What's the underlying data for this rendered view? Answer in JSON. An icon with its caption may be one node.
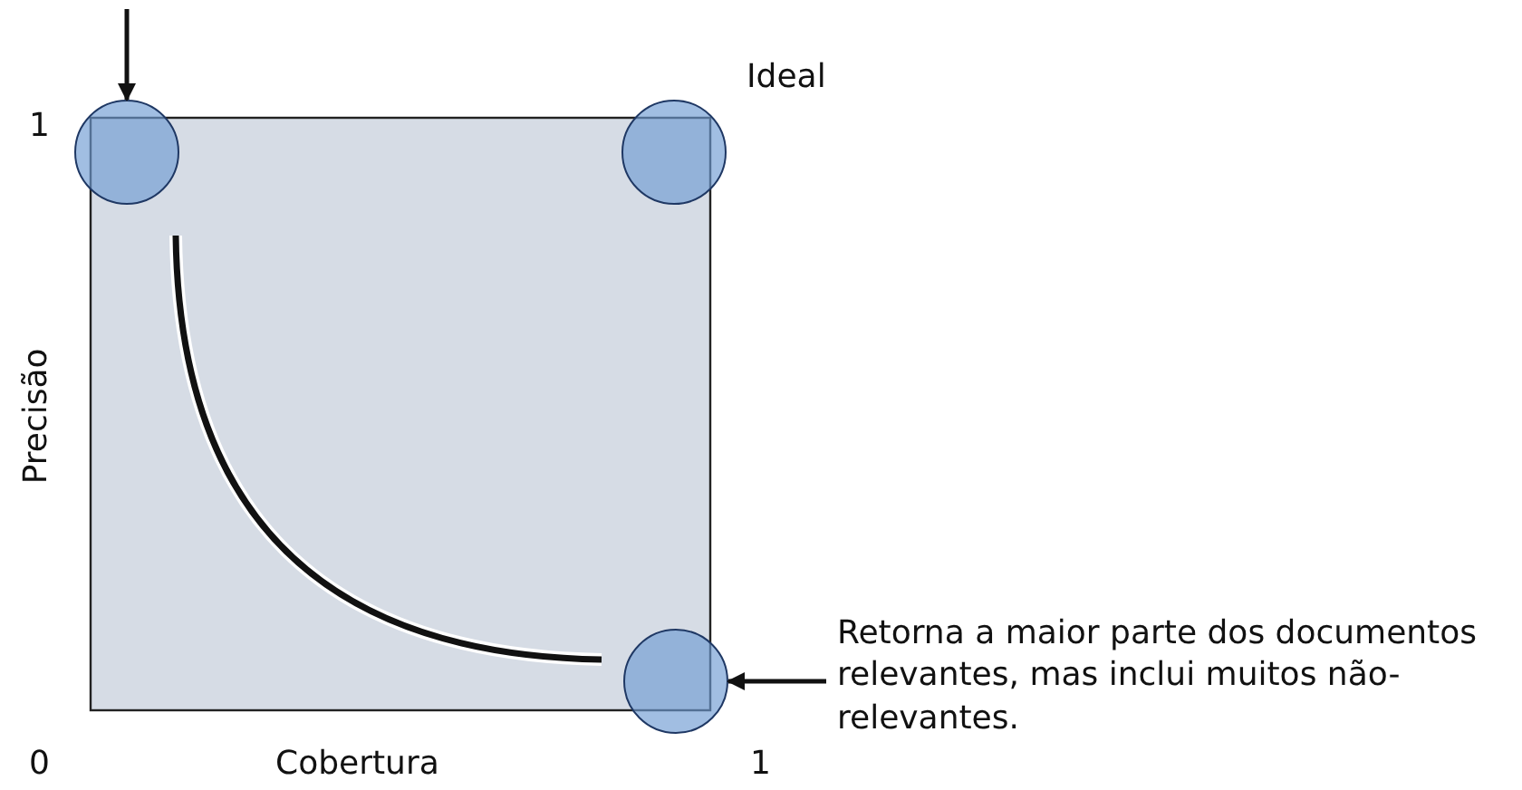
{
  "diagram": {
    "nodes": [
      {
        "text": [],
        "shape": "circle"
      },
      {
        "text": [],
        "shape": "circle",
        "beside": [
          "Ideal"
        ]
      },
      {
        "text": [],
        "shape": "circle"
      },
      {
        "text": [
          "Retorna a maior parte dos documentos relevantes, mas inclui muitos não-relevantes."
        ]
      }
    ],
    "edges": [
      {
        "from": null,
        "to": 0,
        "arrow": "to"
      },
      {
        "from": 3,
        "to": 2,
        "arrow": "to"
      }
    ],
    "labels": [
      "1",
      "Precisão",
      "0",
      "Cobertura",
      "1"
    ]
  }
}
